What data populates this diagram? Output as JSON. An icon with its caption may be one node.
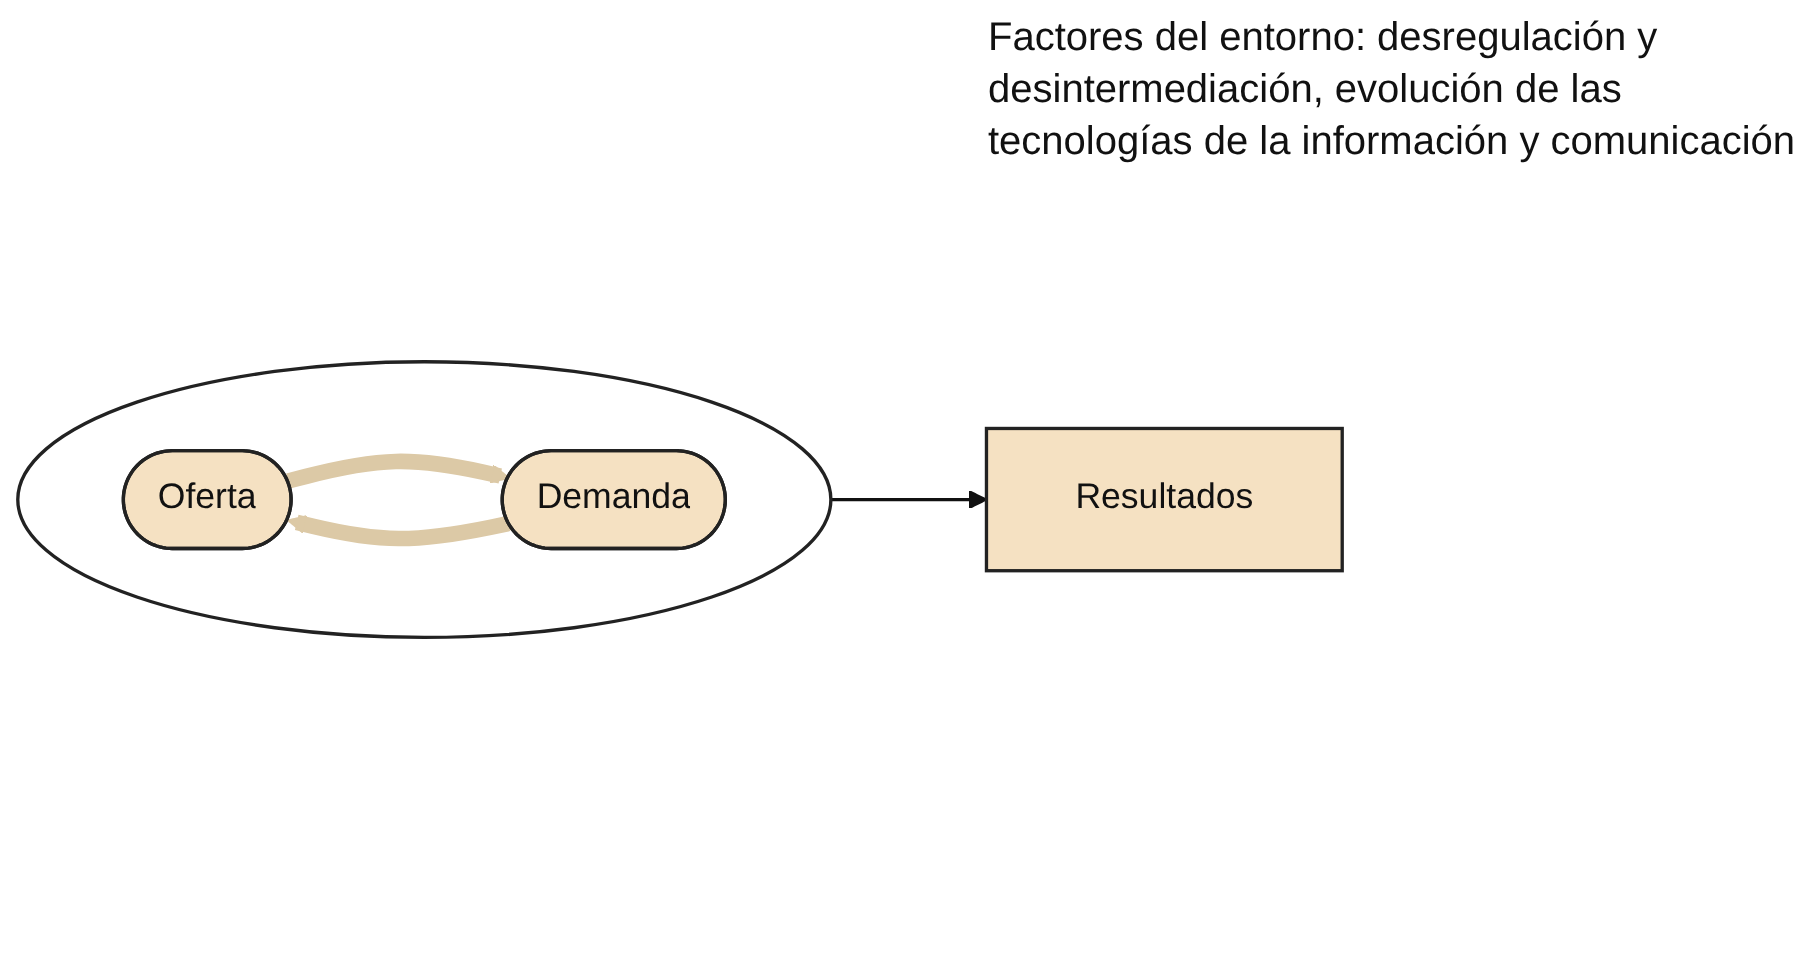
{
  "diagram": {
    "nodes": [
      {
        "text": [],
        "shape": "circle"
      },
      {
        "text": [
          "Oferta"
        ],
        "in": 0
      },
      {
        "text": [
          "Demanda"
        ],
        "in": 0
      },
      {
        "text": [
          "Resultados"
        ]
      }
    ],
    "edges": [
      {
        "from": 2,
        "to": 1,
        "arrow": "to"
      },
      {
        "from": 1,
        "to": 2,
        "arrow": "to"
      },
      {
        "from": 0,
        "to": 3,
        "arrow": "to",
        "color": "#111111"
      }
    ],
    "labels": [
      "Factores del entorno: desregulación y desintermediación, evolución de las tecnologías de la información y comunicación"
    ]
  }
}
